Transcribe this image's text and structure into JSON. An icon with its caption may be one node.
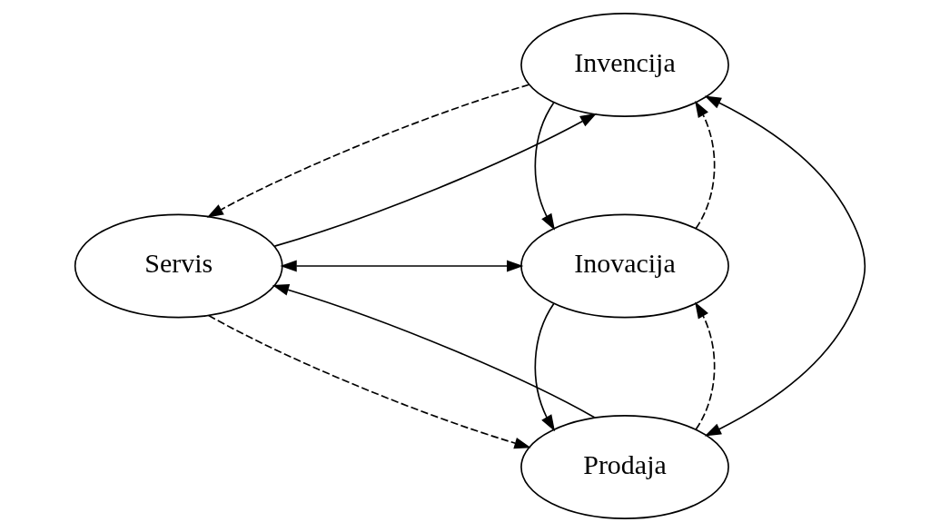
{
  "diagram": {
    "nodes": [
      {
        "text": [
          "Invencija"
        ]
      },
      {
        "text": [
          "Servis"
        ]
      },
      {
        "text": [
          "Inovacija"
        ]
      },
      {
        "text": [
          "Prodaja"
        ]
      }
    ],
    "edges": [
      {
        "from": 1,
        "to": 0,
        "arrow": "to"
      },
      {
        "from": 0,
        "to": 1,
        "arrow": "to",
        "style": "dashed"
      },
      {
        "from": 0,
        "to": 2,
        "arrow": "to"
      },
      {
        "from": 2,
        "to": 0,
        "arrow": "to",
        "style": "dashed"
      },
      {
        "from": 2,
        "to": 3,
        "arrow": "to"
      },
      {
        "from": 3,
        "to": 2,
        "arrow": "to",
        "style": "dashed"
      },
      {
        "from": 3,
        "to": 1,
        "arrow": "to"
      },
      {
        "from": 1,
        "to": 3,
        "arrow": "to",
        "style": "dashed"
      },
      {
        "from": 1,
        "to": 2,
        "arrow": "both"
      },
      {
        "from": 0,
        "to": 3,
        "arrow": "both"
      }
    ]
  }
}
